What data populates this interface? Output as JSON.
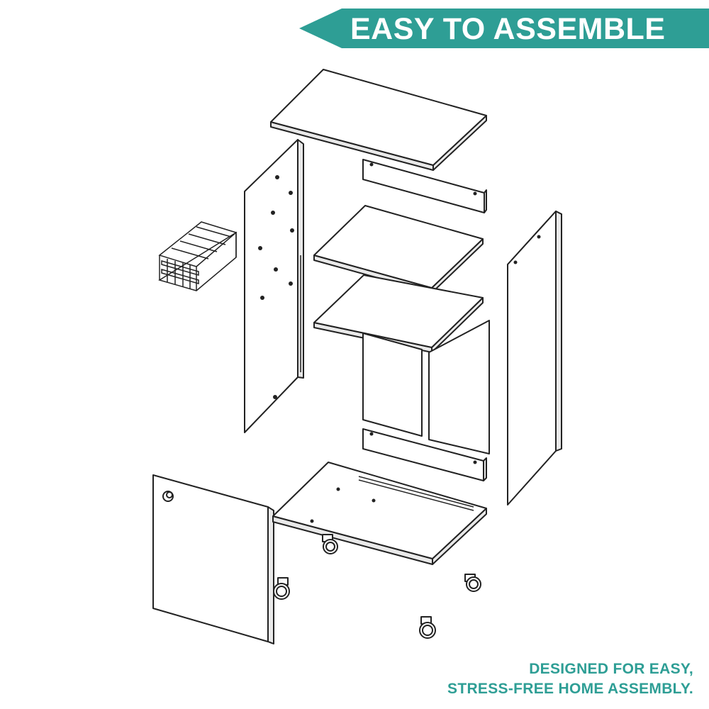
{
  "banner": {
    "title": "EASY TO ASSEMBLE",
    "color": "#2e9e95"
  },
  "caption": {
    "line1": "DESIGNED FOR EASY,",
    "line2": "STRESS-FREE HOME ASSEMBLY.",
    "color": "#2e9e95"
  },
  "illustration": {
    "line_color": "#222222"
  }
}
